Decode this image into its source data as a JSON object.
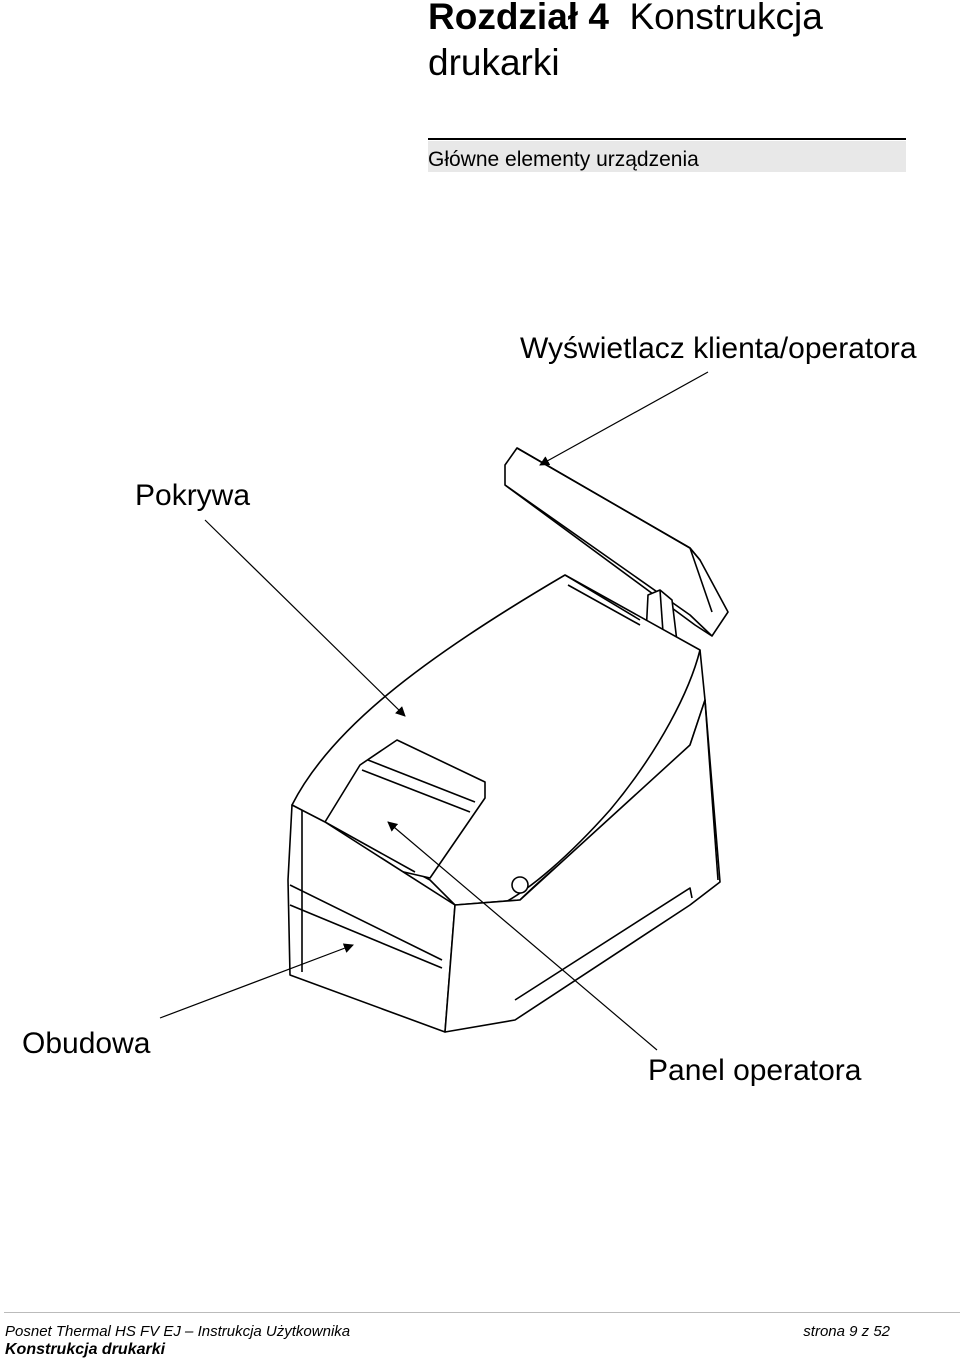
{
  "header": {
    "chapter_number": "Rozdział 4",
    "chapter_name": "Konstrukcja drukarki",
    "section_title": "Główne elementy urządzenia"
  },
  "figure": {
    "callouts": {
      "display": "Wyświetlacz klienta/operatora",
      "cover": "Pokrywa",
      "housing": "Obudowa",
      "operator_panel": "Panel operatora"
    }
  },
  "footer": {
    "document": "Posnet Thermal HS FV EJ – Instrukcja Użytkownika",
    "page": "strona 9 z 52",
    "section": "Konstrukcja drukarki"
  }
}
